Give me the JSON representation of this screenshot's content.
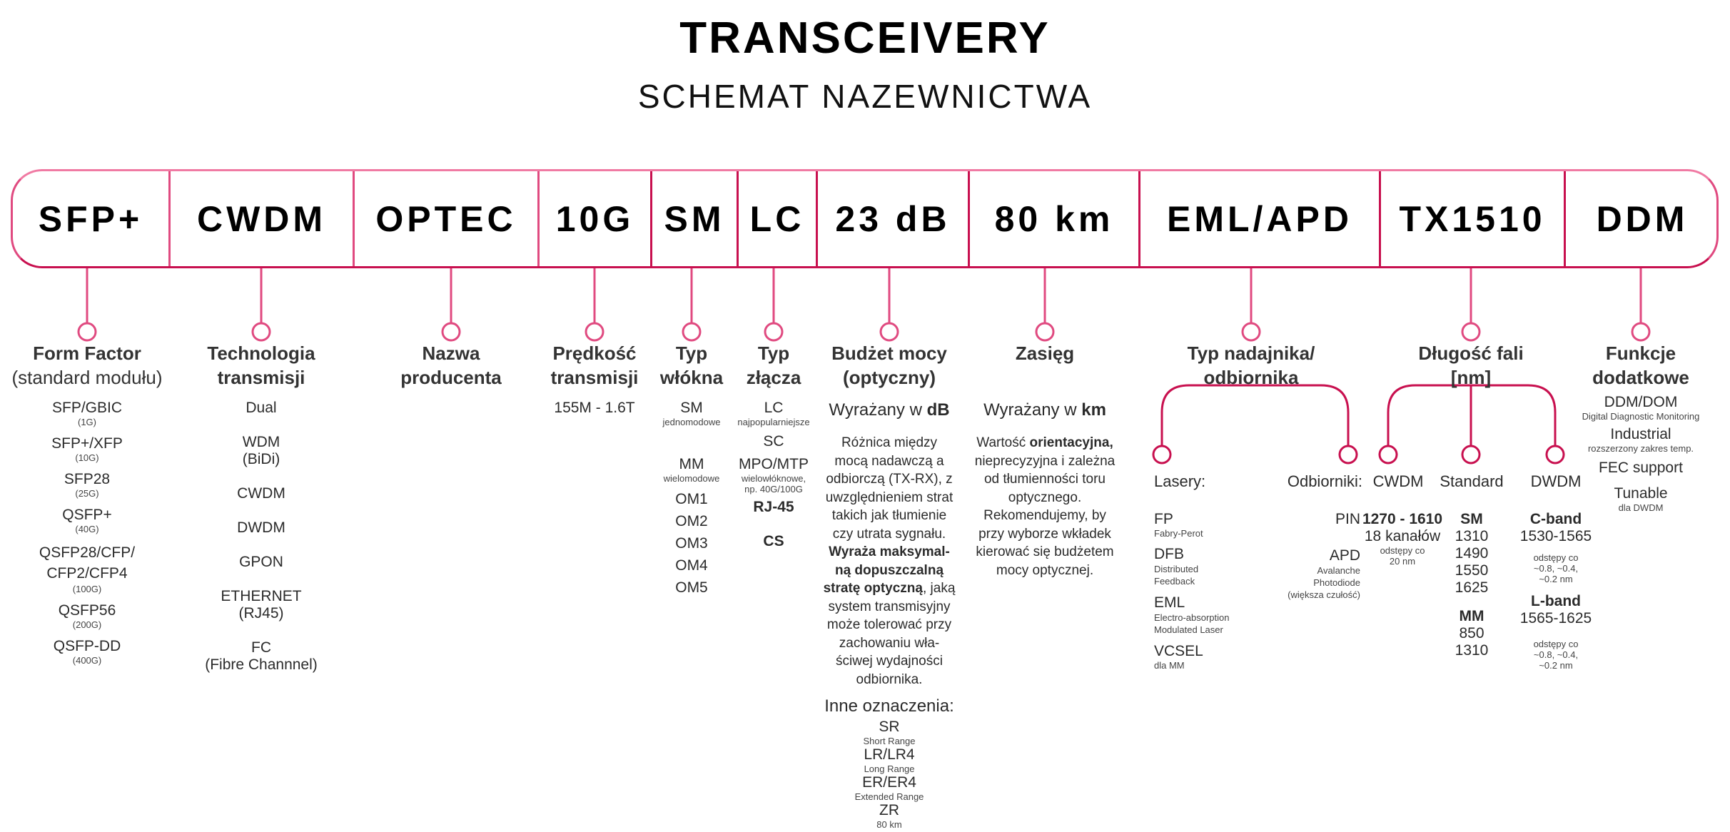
{
  "title": "TRANSCEIVERY",
  "subtitle": "SCHEMAT NAZEWNICTWA",
  "colors": {
    "accent": "#e04a80",
    "accent_dark": "#c8104f",
    "accent_light": "#f07aa3"
  },
  "bar": [
    "SFP+",
    "CWDM",
    "OPTEC",
    "10G",
    "SM",
    "LC",
    "23 dB",
    "80 km",
    "EML/APD",
    "TX1510",
    "DDM"
  ],
  "form_factor": {
    "heading": [
      "Form Factor",
      "(standard modułu)"
    ],
    "items": [
      {
        "m": "SFP/GBIC",
        "s": "(1G)"
      },
      {
        "m": "SFP+/XFP",
        "s": "(10G)"
      },
      {
        "m": "SFP28",
        "s": "(25G)"
      },
      {
        "m": "QSFP+",
        "s": "(40G)"
      },
      {
        "m": "QSFP28/CFP/\nCFP2/CFP4",
        "s": "(100G)"
      },
      {
        "m": "QSFP56",
        "s": "(200G)"
      },
      {
        "m": "QSFP-DD",
        "s": "(400G)"
      }
    ]
  },
  "technology": {
    "heading": [
      "Technologia",
      "transmisji"
    ],
    "items": [
      "Dual",
      "WDM\n(BiDi)",
      "CWDM",
      "DWDM",
      "GPON",
      "ETHERNET\n(RJ45)",
      "FC\n(Fibre Channnel)"
    ]
  },
  "vendor": {
    "heading": [
      "Nazwa",
      "producenta"
    ]
  },
  "speed": {
    "heading": [
      "Prędkość",
      "transmisji"
    ],
    "value": "155M - 1.6T"
  },
  "fiber": {
    "heading": [
      "Typ",
      "włókna"
    ],
    "sm": "SM",
    "sm_sub": "jednomodowe",
    "mm": "MM",
    "mm_sub": "wielomodowe",
    "om": [
      "OM1",
      "OM2",
      "OM3",
      "OM4",
      "OM5"
    ]
  },
  "connector": {
    "heading": [
      "Typ",
      "złącza"
    ],
    "lc": "LC",
    "lc_sub": "najpopularniejsze",
    "sc": "SC",
    "mpo": "MPO/MTP",
    "mpo_sub": "wielowłóknowe,\nnp. 40G/100G",
    "rj": "RJ-45",
    "cs": "CS"
  },
  "budget": {
    "heading": [
      "Budżet mocy",
      "(optyczny)"
    ],
    "lead_pre": "Wyrażany w ",
    "lead_unit": "dB",
    "p1": "Różnica między\nmocą nadawczą a\nodbiorczą (TX-RX), z\nuwzględnieniem strat\ntakich jak tłumienie\nczy utrata sygnału.\n",
    "p_bold": "Wyraża maksymal-\nną dopuszczalną\nstratę optyczną",
    "p2": ", jaką\nsystem transmisyjny\nmoże tolerować przy\nzachowaniu wła-\nściwej wydajności\nodbiornika.",
    "other_heading": "Inne oznaczenia:",
    "other": [
      {
        "m": "SR",
        "s": "Short Range"
      },
      {
        "m": "LR/LR4",
        "s": "Long Range"
      },
      {
        "m": "ER/ER4",
        "s": "Extended Range"
      },
      {
        "m": "ZR",
        "s": "80 km"
      }
    ]
  },
  "range": {
    "heading": [
      "Zasięg"
    ],
    "lead_pre": "Wyrażany w ",
    "lead_unit": "km",
    "p_pre": "Wartość ",
    "p_bold": "orientacyjna,",
    "p": "\nnieprecyzyjna i zależna\nod tłumienności toru\noptycznego.\nRekomendujemy, by\nprzy wyborze wkładek\nkierować się budżetem\nmocy optycznej."
  },
  "txrx": {
    "heading": [
      "Typ nadajnika/",
      "odbiornika"
    ],
    "lasers_label": "Lasery:",
    "receivers_label": "Odbiorniki:",
    "lasers": [
      {
        "m": "FP",
        "s": "Fabry-Perot"
      },
      {
        "m": "DFB",
        "s": "Distributed\nFeedback"
      },
      {
        "m": "EML",
        "s": "Electro-absorption\nModulated Laser"
      },
      {
        "m": "VCSEL",
        "s": "dla MM"
      }
    ],
    "receivers": [
      {
        "m": "PIN",
        "s": ""
      },
      {
        "m": "APD",
        "s": "Avalanche\nPhotodiode\n(większa czułość)"
      }
    ]
  },
  "wavelength": {
    "heading": [
      "Długość fali",
      "[nm]"
    ],
    "labels": [
      "CWDM",
      "Standard",
      "DWDM"
    ],
    "cwdm": {
      "range": "1270 - 1610",
      "channels": "18 kanałów",
      "note": "odstępy co\n20 nm"
    },
    "standard": {
      "sm": "SM",
      "sm_values": "1310\n1490\n1550\n1625",
      "mm": "MM",
      "mm_values": "850\n1310"
    },
    "dwdm": {
      "c": "C-band",
      "c_range": "1530-1565",
      "c_note": "odstępy co\n~0.8, ~0.4,\n~0.2 nm",
      "l": "L-band",
      "l_range": "1565-1625",
      "l_note": "odstępy co\n~0.8, ~0.4,\n~0.2 nm"
    }
  },
  "features": {
    "heading": [
      "Funkcje",
      "dodatkowe"
    ],
    "items": [
      {
        "m": "DDM/DOM",
        "s": "Digital Diagnostic Monitoring"
      },
      {
        "m": "Industrial",
        "s": "rozszerzony zakres temp."
      },
      {
        "m": "FEC support",
        "s": ""
      },
      {
        "m": "Tunable",
        "s": "dla DWDM"
      }
    ]
  }
}
